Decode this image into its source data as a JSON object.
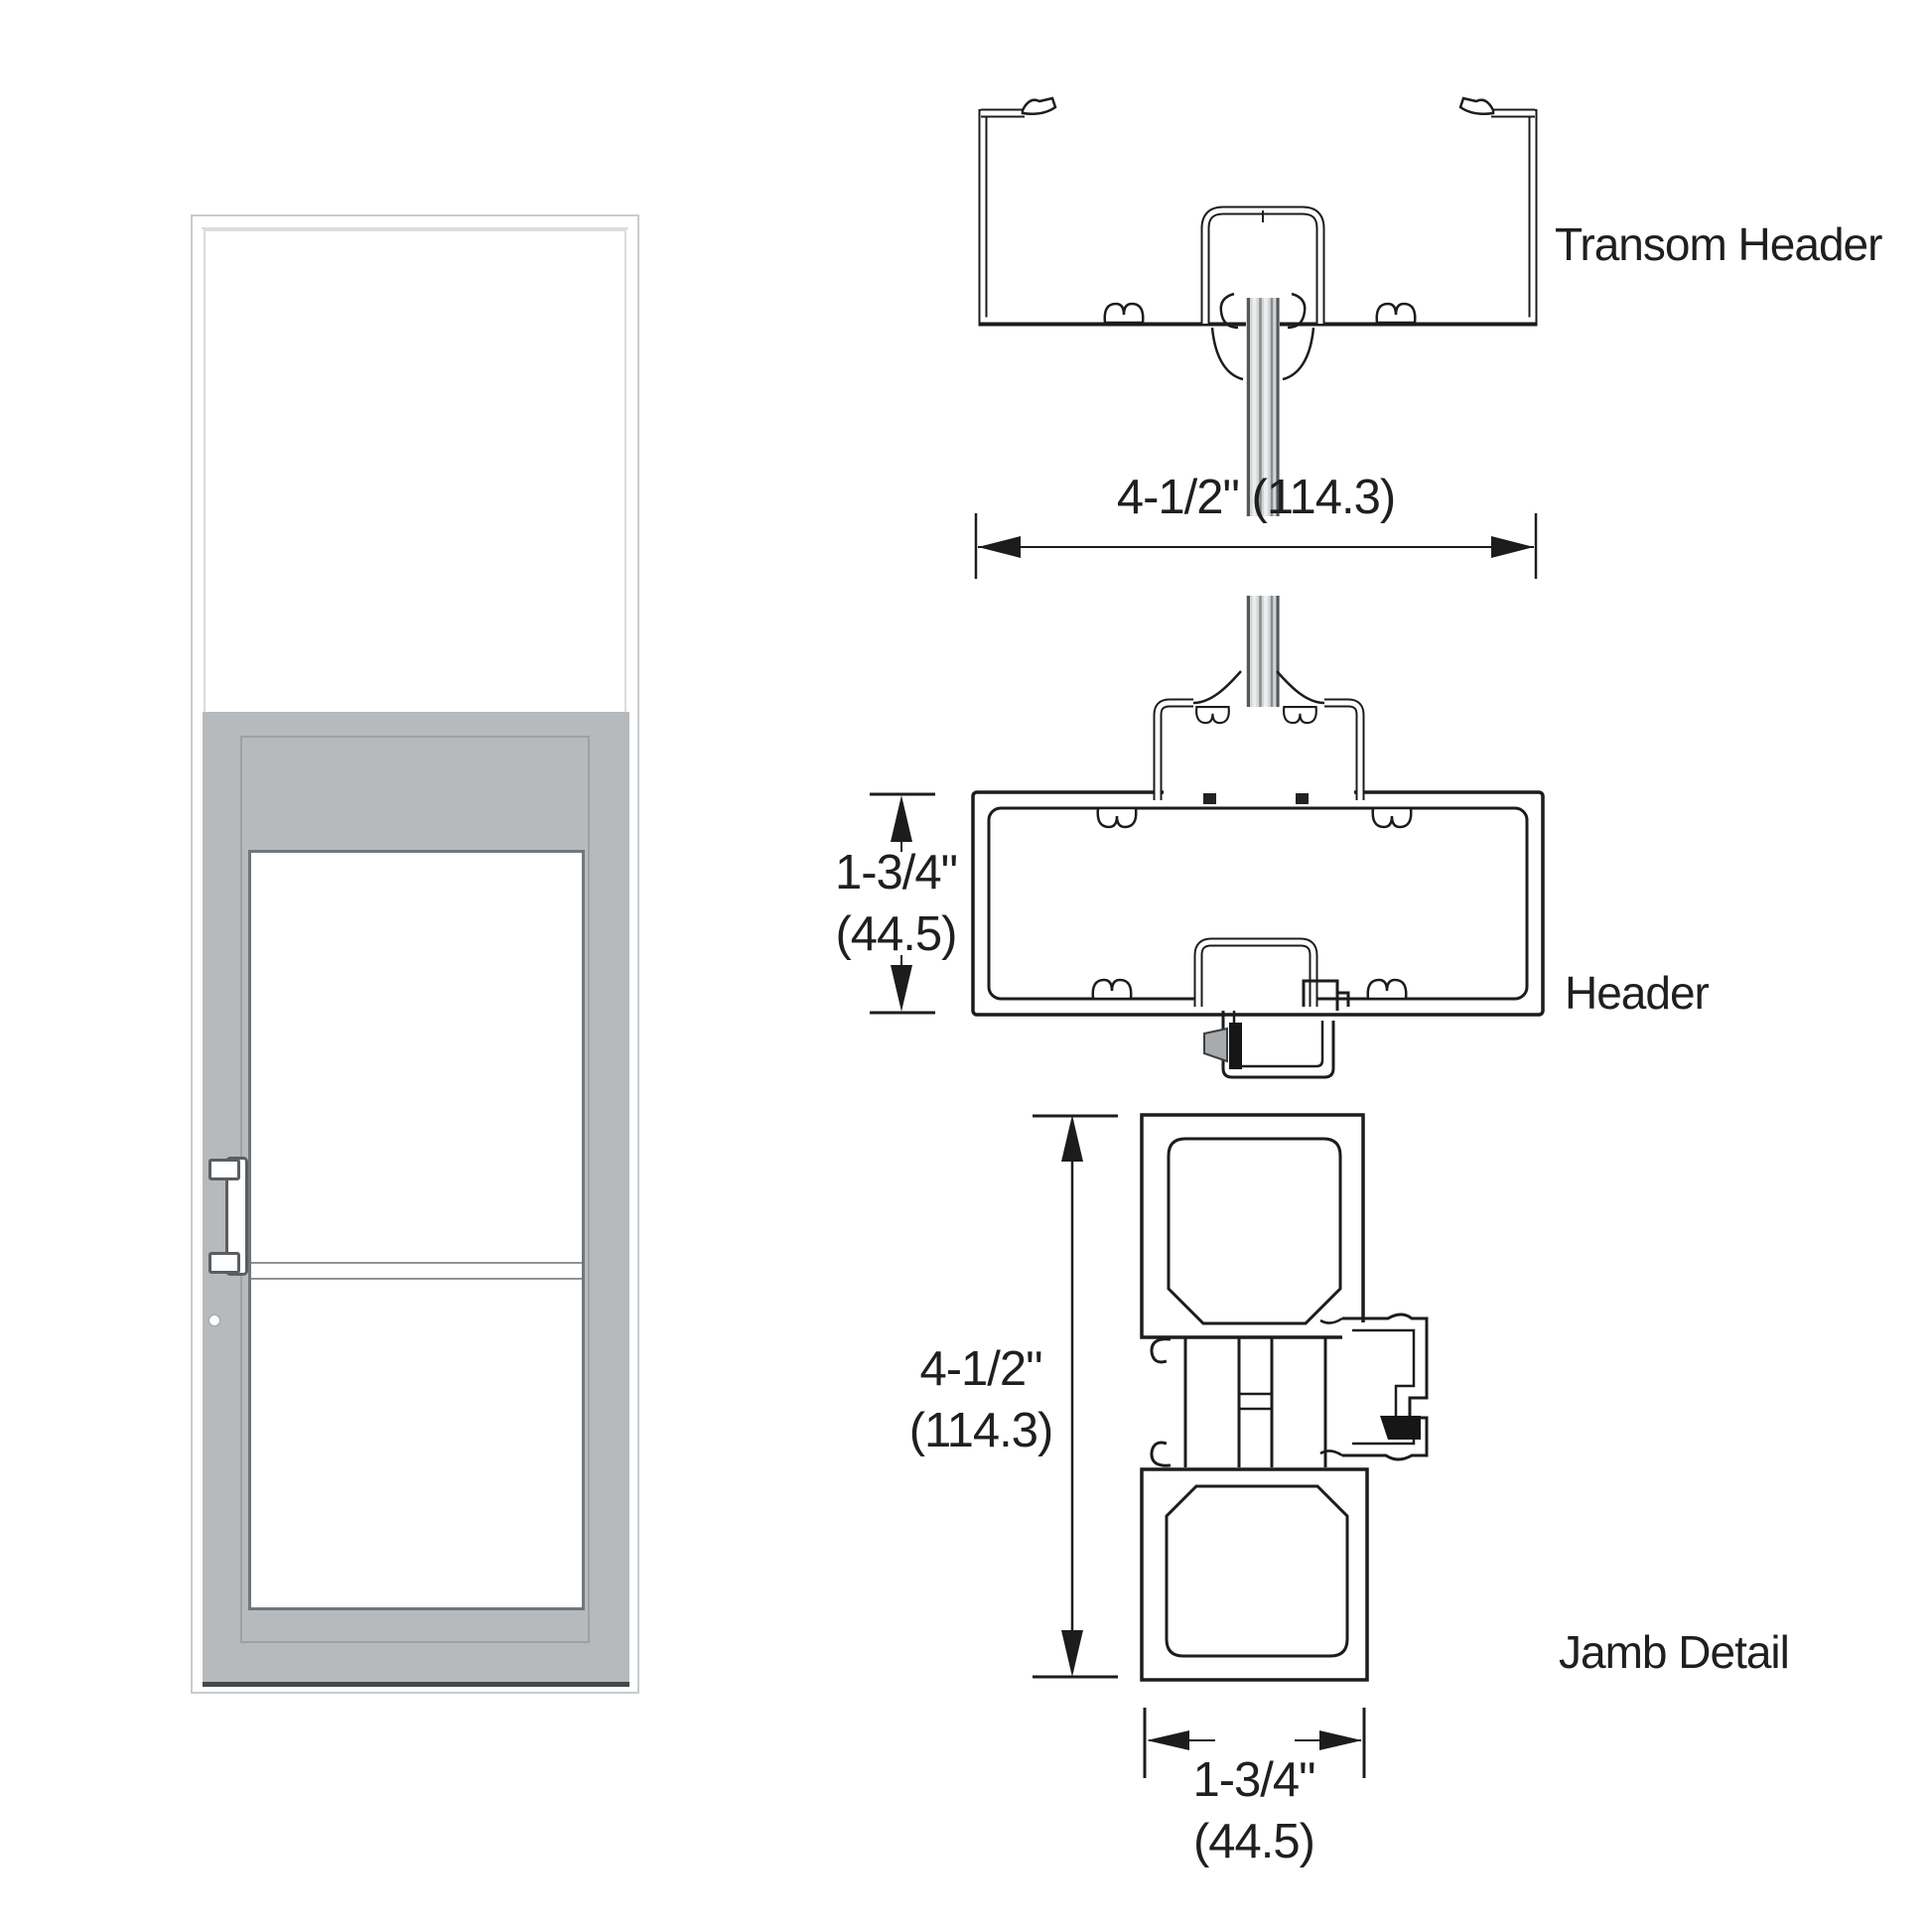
{
  "labels": {
    "transom_header": "Transom Header",
    "header": "Header",
    "jamb_detail": "Jamb Detail"
  },
  "dimensions": {
    "profile_width": {
      "inches": "4-1/2\"",
      "mm": "(114.3)"
    },
    "header_face": {
      "inches": "1-3/4\"",
      "mm": "(44.5)"
    },
    "jamb_depth": {
      "inches": "4-1/2\"",
      "mm": "(114.3)"
    },
    "jamb_face": {
      "inches": "1-3/4\"",
      "mm": "(44.5)"
    }
  },
  "colors": {
    "line": "#1c1c1c",
    "door_frame_gray": "#b7babc",
    "glass_edge": "#71767a",
    "weatherstrip_black": "#161616",
    "gasket_gray": "#a7abad"
  }
}
